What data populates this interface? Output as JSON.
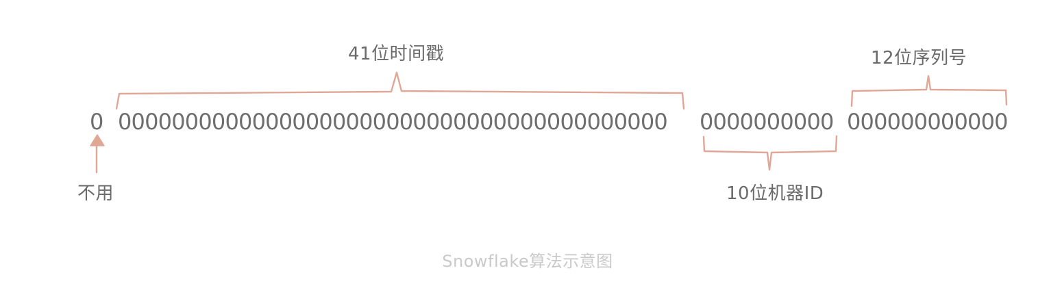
{
  "bits": {
    "sign": "0",
    "timestamp": "00000000000000000000000000000000000000000",
    "machine": "0000000000",
    "sequence": "000000000000"
  },
  "labels": {
    "timestamp": "41位时间戳",
    "sequence": "12位序列号",
    "machine": "10位机器ID",
    "sign": "不用"
  },
  "caption": "Snowflake算法示意图",
  "colors": {
    "bracket": "#e0a696",
    "bits": "#6e6e6e",
    "caption": "#c9c9c9"
  }
}
